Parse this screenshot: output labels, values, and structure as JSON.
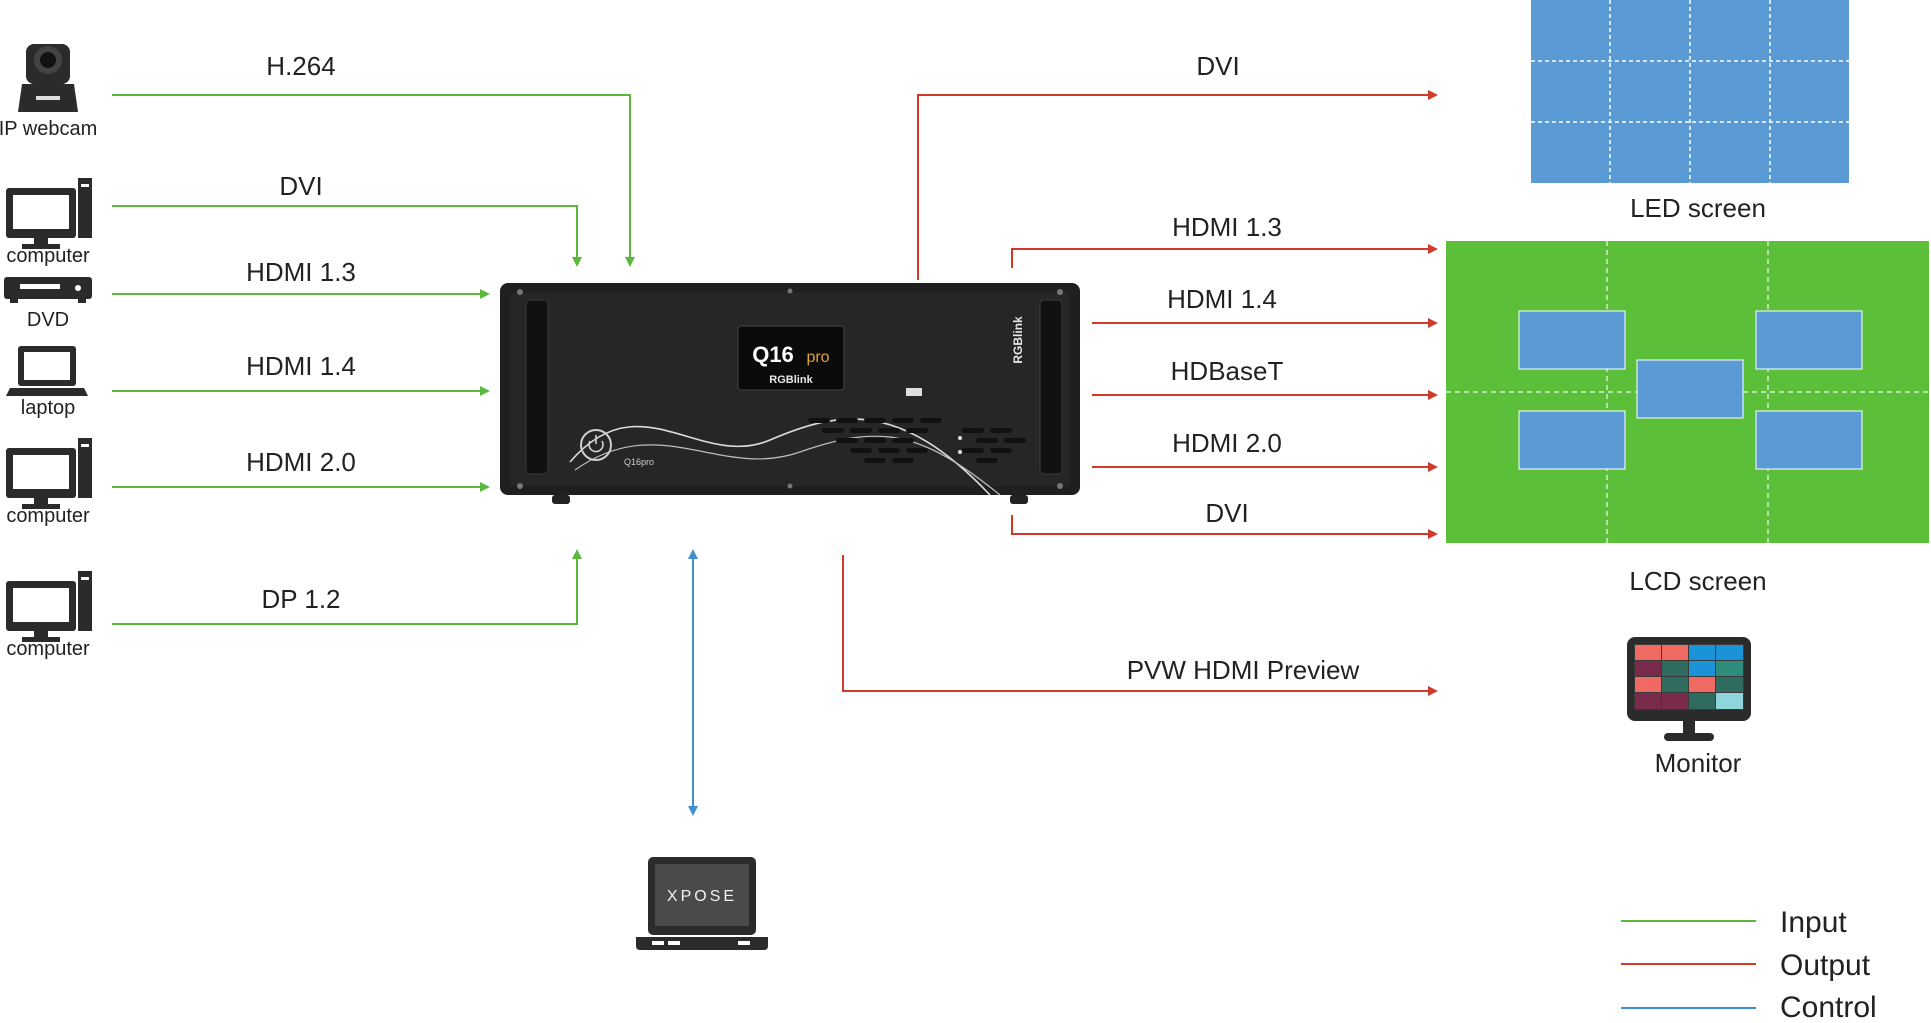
{
  "colors": {
    "input": "#5cb83c",
    "output": "#cf3b2a",
    "control": "#3f8fd1",
    "led": "#5b9bd5",
    "lcd": "#5bbf3a",
    "device": "#2b2b2b"
  },
  "sources": [
    {
      "device": "IP webcam",
      "signal": "H.264",
      "icon": "camera-icon"
    },
    {
      "device": "computer",
      "signal": "DVI",
      "icon": "computer-icon"
    },
    {
      "device": "DVD",
      "signal": "HDMI 1.3",
      "icon": "dvd-icon"
    },
    {
      "device": "laptop",
      "signal": "HDMI 1.4",
      "icon": "laptop-icon"
    },
    {
      "device": "computer",
      "signal": "HDMI 2.0",
      "icon": "computer-icon"
    },
    {
      "device": "computer",
      "signal": "DP 1.2",
      "icon": "computer-icon"
    }
  ],
  "processor": {
    "model": "Q16",
    "model_suffix": "pro",
    "brand": "RGBlink",
    "side_brand": "RGBlink",
    "badge": "Q16pro"
  },
  "outputs": [
    {
      "signal": "DVI"
    },
    {
      "signal": "HDMI 1.3"
    },
    {
      "signal": "HDMI 1.4"
    },
    {
      "signal": "HDBaseT"
    },
    {
      "signal": "HDMI 2.0"
    },
    {
      "signal": "DVI"
    },
    {
      "signal": "PVW HDMI Preview"
    }
  ],
  "screens": {
    "led": "LED screen",
    "lcd": "LCD screen",
    "monitor": "Monitor"
  },
  "control_device": {
    "software": "XPOSE",
    "icon": "laptop-icon"
  },
  "legend": [
    {
      "label": "Input",
      "color": "#5cb83c"
    },
    {
      "label": "Output",
      "color": "#cf3b2a"
    },
    {
      "label": "Control",
      "color": "#3f8fd1"
    }
  ]
}
